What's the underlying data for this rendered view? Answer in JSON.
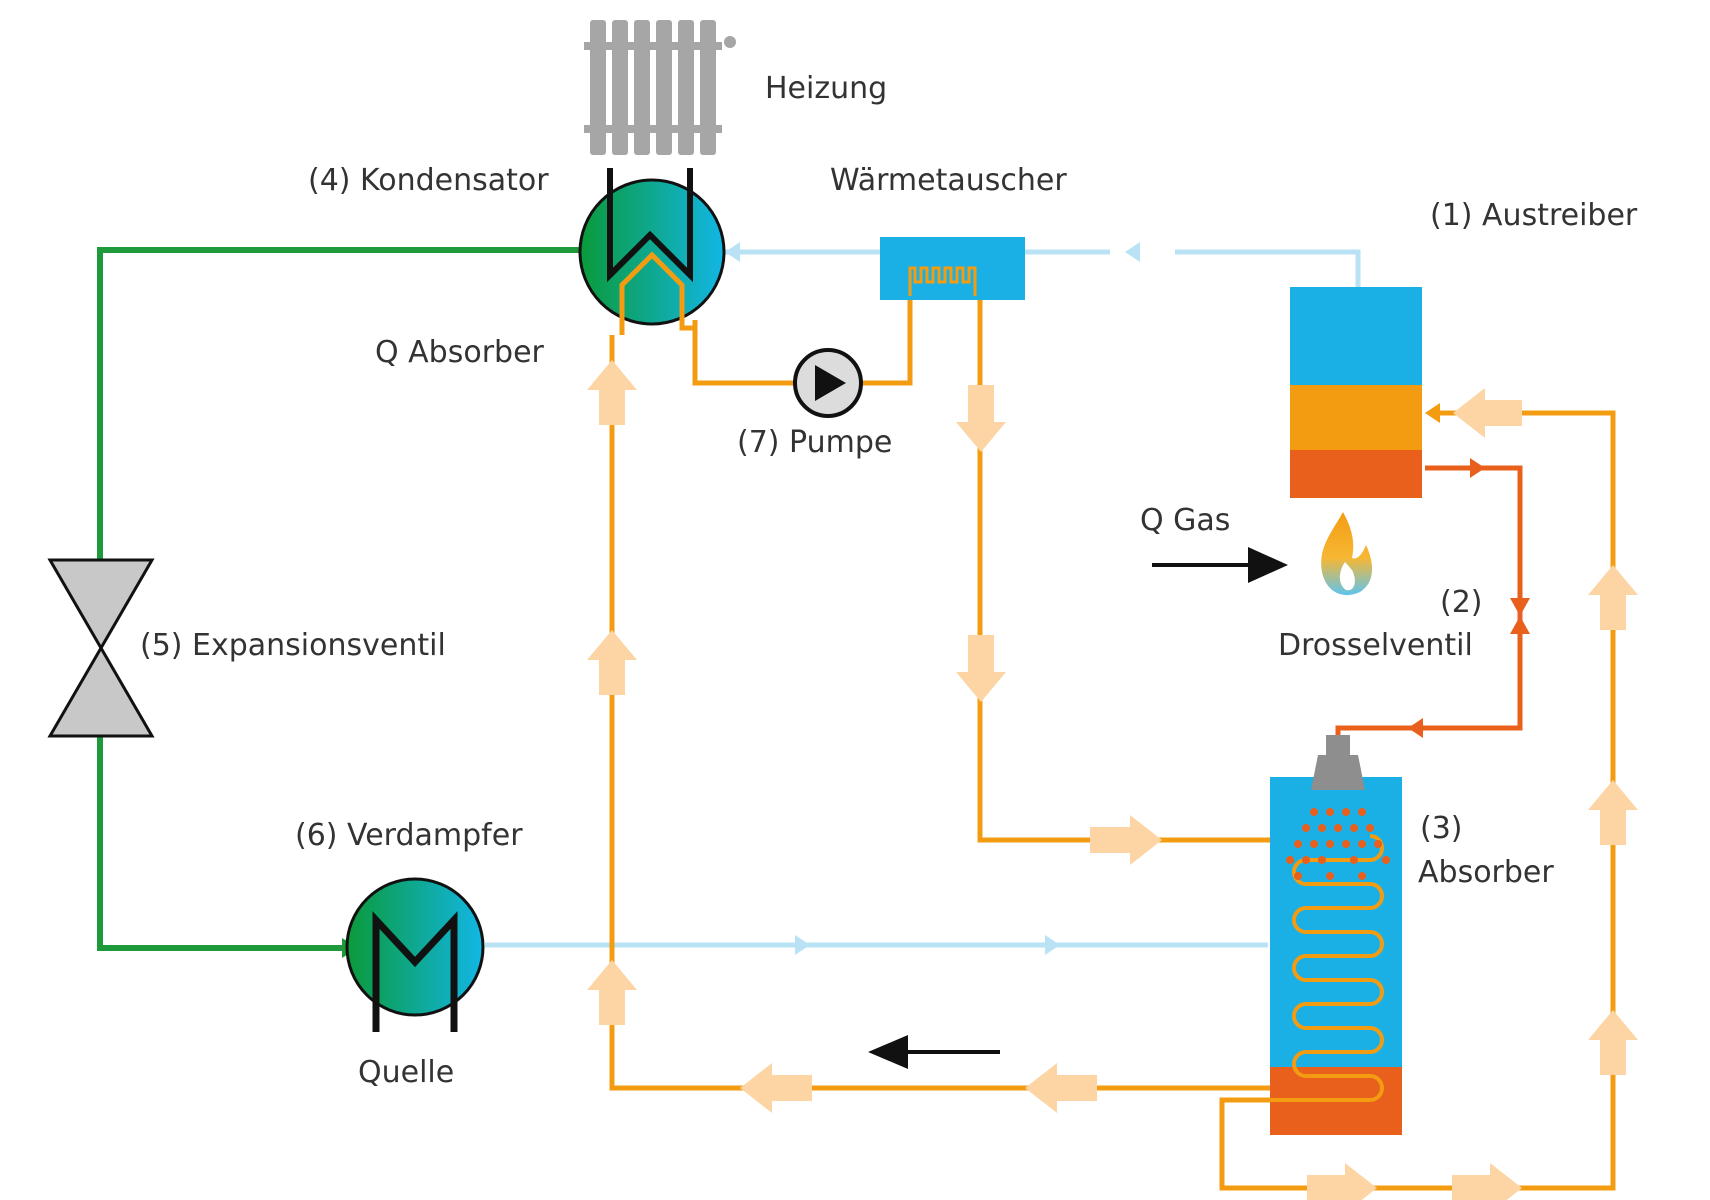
{
  "labels": {
    "heizung": "Heizung",
    "kondensator": "(4) Kondensator",
    "waermetauscher": "Wärmetauscher",
    "austreiber": "(1) Austreiber",
    "q_absorber": "Q Absorber",
    "pumpe": "(7) Pumpe",
    "q_gas": "Q Gas",
    "drossel_num": "(2)",
    "drosselventil": "Drosselventil",
    "expansionsventil": "(5) Expansionsventil",
    "absorber_num": "(3)",
    "absorber": "Absorber",
    "verdampfer": "(6) Verdampfer",
    "quelle": "Quelle"
  },
  "colors": {
    "green_line": "#1f9a3a",
    "light_blue_line": "#b9e2f5",
    "orange_line": "#f39c12",
    "red_orange_line": "#e8601c",
    "arrow_fill": "#fdd5a4",
    "tank_blue": "#1ab0e6",
    "tank_orange": "#f39c12",
    "tank_red": "#e8601c",
    "valve_grey": "#c8c8c8",
    "radiator_grey": "#a6a6a6"
  },
  "icons": [
    "radiator-icon",
    "condenser-icon",
    "heat-exchanger-icon",
    "pump-icon",
    "flame-icon",
    "throttle-valve-icon",
    "expansion-valve-icon",
    "spray-nozzle-icon",
    "evaporator-icon"
  ]
}
